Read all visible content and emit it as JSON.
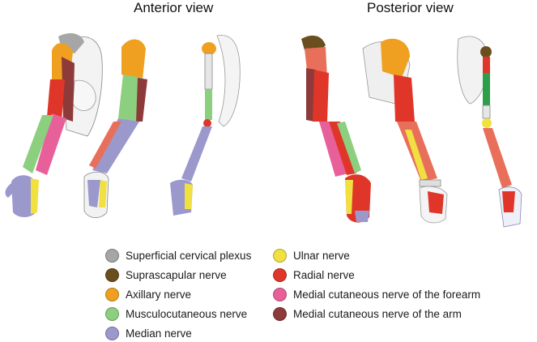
{
  "views": {
    "anterior_title": "Anterior view",
    "posterior_title": "Posterior view"
  },
  "legend": {
    "left": [
      {
        "label": "Superficial cervical plexus",
        "color": "#a6a6a6"
      },
      {
        "label": "Suprascapular nerve",
        "color": "#6b4e1e"
      },
      {
        "label": "Axillary nerve",
        "color": "#f0a020"
      },
      {
        "label": "Musculocutaneous nerve",
        "color": "#8ccf7e"
      },
      {
        "label": "Median nerve",
        "color": "#9b98cc"
      }
    ],
    "right": [
      {
        "label": "Ulnar nerve",
        "color": "#f0e040"
      },
      {
        "label": "Radial nerve",
        "color": "#e0362a"
      },
      {
        "label": "Medial cutaneous nerve of the forearm",
        "color": "#e8609a"
      },
      {
        "label": "Medial cutaneous nerve of the arm",
        "color": "#8e3a3a"
      }
    ]
  },
  "colors": {
    "cervical": "#a6a6a6",
    "suprascapular": "#6b4e1e",
    "axillary": "#f0a020",
    "musculocutaneous": "#8ccf7e",
    "musculocutaneous_deep": "#2e9e4a",
    "median": "#9b98cc",
    "ulnar": "#f0e040",
    "radial": "#e0362a",
    "radial_light": "#e8705a",
    "forearm_cutaneous": "#e8609a",
    "arm_cutaneous": "#8e3a3a",
    "skin": "#f2e2da",
    "bone": "#e6e6e6",
    "outline": "#6a6a6a"
  }
}
